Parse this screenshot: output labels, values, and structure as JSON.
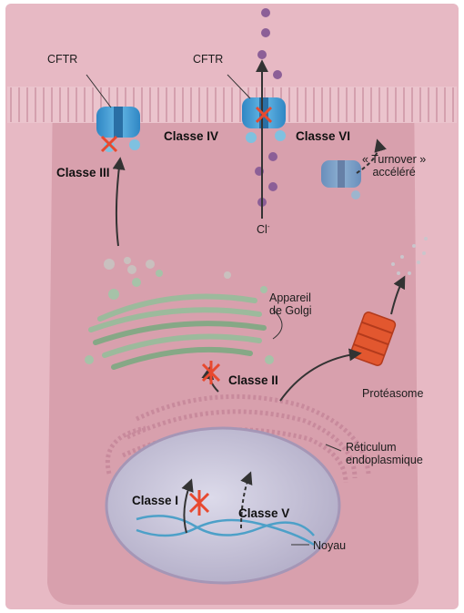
{
  "labels": {
    "cftr_left": "CFTR",
    "cftr_center": "CFTR",
    "classe_iii": "Classe III",
    "classe_iv": "Classe IV",
    "classe_vi": "Classe VI",
    "turnover_line1": "« Turnover »",
    "turnover_line2": "accéléré",
    "chloride": "Cl",
    "chloride_charge": "-",
    "golgi_line1": "Appareil",
    "golgi_line2": "de Golgi",
    "classe_ii": "Classe II",
    "proteasome": "Protéasome",
    "reticulum_line1": "Réticulum",
    "reticulum_line2": "endoplasmique",
    "classe_i": "Classe I",
    "classe_v": "Classe V",
    "noyau": "Noyau"
  },
  "colors": {
    "cell_pink": "#d99aa8",
    "membrane_pink": "#e4b3bf",
    "nucleus": "#c7c3d6",
    "cftr_blue": "#3d98d2",
    "golgi_green": "#9cba9c",
    "proteasome_orange": "#e2572f",
    "block_cross": "#e8492f",
    "dna_blue": "#4da0c8",
    "ion_purple": "#8c5f97"
  }
}
